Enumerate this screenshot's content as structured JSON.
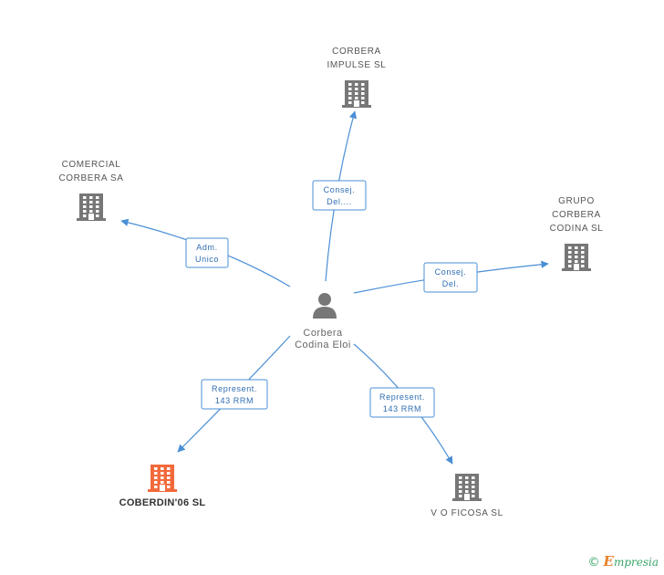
{
  "colors": {
    "edge": "#4a8fd6",
    "edge_text": "#2f6db3",
    "building": "#777777",
    "building_highlight": "#f26a3c",
    "person": "#777777",
    "footer": "#3aa56a",
    "footer_accent": "#e8822a"
  },
  "center": {
    "icon": "person-icon",
    "lines": [
      "Corbera",
      "Codina Eloi"
    ]
  },
  "companies": [
    {
      "id": "corbera-impulse",
      "icon": "building-icon",
      "lines": [
        "CORBERA",
        "IMPULSE SL"
      ],
      "highlight": false
    },
    {
      "id": "comercial-corbera",
      "icon": "building-icon",
      "lines": [
        "COMERCIAL",
        "CORBERA SA"
      ],
      "highlight": false
    },
    {
      "id": "grupo-corbera-codina",
      "icon": "building-icon",
      "lines": [
        "GRUPO",
        "CORBERA",
        "CODINA SL"
      ],
      "highlight": false
    },
    {
      "id": "coberdin-06",
      "icon": "building-icon",
      "lines": [
        "COBERDIN'06 SL"
      ],
      "highlight": true
    },
    {
      "id": "v-o-ficosa",
      "icon": "building-icon",
      "lines": [
        "V O FICOSA SL"
      ],
      "highlight": false
    }
  ],
  "relations": [
    {
      "target": "corbera-impulse",
      "lines": [
        "Consej.",
        "Del...."
      ]
    },
    {
      "target": "comercial-corbera",
      "lines": [
        "Adm.",
        "Unico"
      ]
    },
    {
      "target": "grupo-corbera-codina",
      "lines": [
        "Consej.",
        "Del."
      ]
    },
    {
      "target": "coberdin-06",
      "lines": [
        "Represent.",
        "143 RRM"
      ]
    },
    {
      "target": "v-o-ficosa",
      "lines": [
        "Represent.",
        "143 RRM"
      ]
    }
  ],
  "footer": {
    "copyright": "©",
    "brand_first": "E",
    "brand_rest": "mpresia"
  }
}
